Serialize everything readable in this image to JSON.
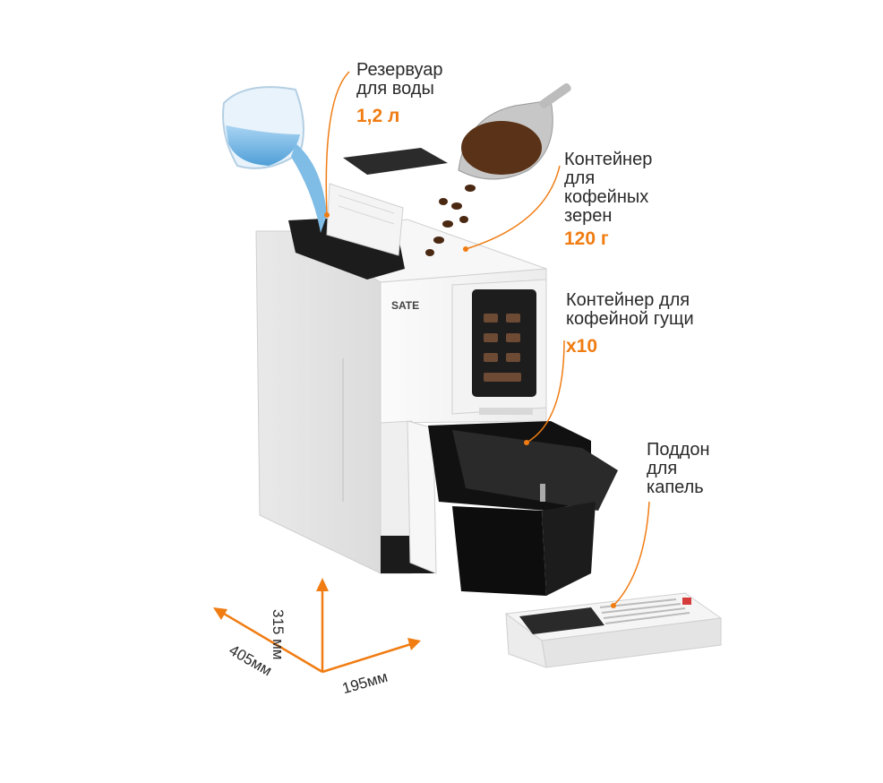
{
  "brand": {
    "logo_text": "SATE"
  },
  "callouts": {
    "water_tank": {
      "label": "Резервуар\nдля воды",
      "value": "1,2 л"
    },
    "bean_container": {
      "label": "Контейнер\nдля\nкофейных\nзерен",
      "value": "120 г"
    },
    "grounds_container": {
      "label": "Контейнер для\nкофейной гущи",
      "value": "x10"
    },
    "drip_tray": {
      "label": "Поддон\nдля\nкапель"
    }
  },
  "dimensions": {
    "height": {
      "value": "315",
      "unit": "мм"
    },
    "depth": {
      "value": "405",
      "unit": "мм"
    },
    "width": {
      "value": "195",
      "unit": "мм"
    }
  },
  "colors": {
    "accent": "#f07c12",
    "body": "#f2f2f2",
    "dark": "#1e1e1e"
  }
}
